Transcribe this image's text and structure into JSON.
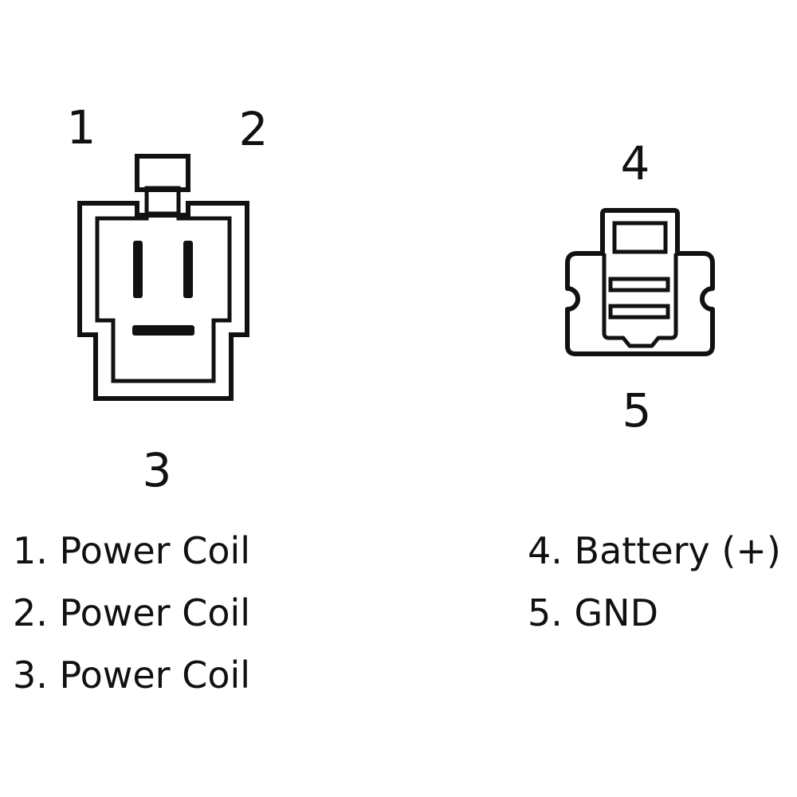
{
  "connector_a": {
    "pin_labels": [
      "1",
      "2",
      "3"
    ]
  },
  "connector_b": {
    "pin_labels": [
      "4",
      "5"
    ]
  },
  "legend_left": [
    "1. Power Coil",
    "2. Power Coil",
    "3. Power Coil"
  ],
  "legend_right": [
    "4. Battery (+)",
    "5. GND"
  ],
  "colors": {
    "line": "#111111",
    "background": "#ffffff"
  }
}
